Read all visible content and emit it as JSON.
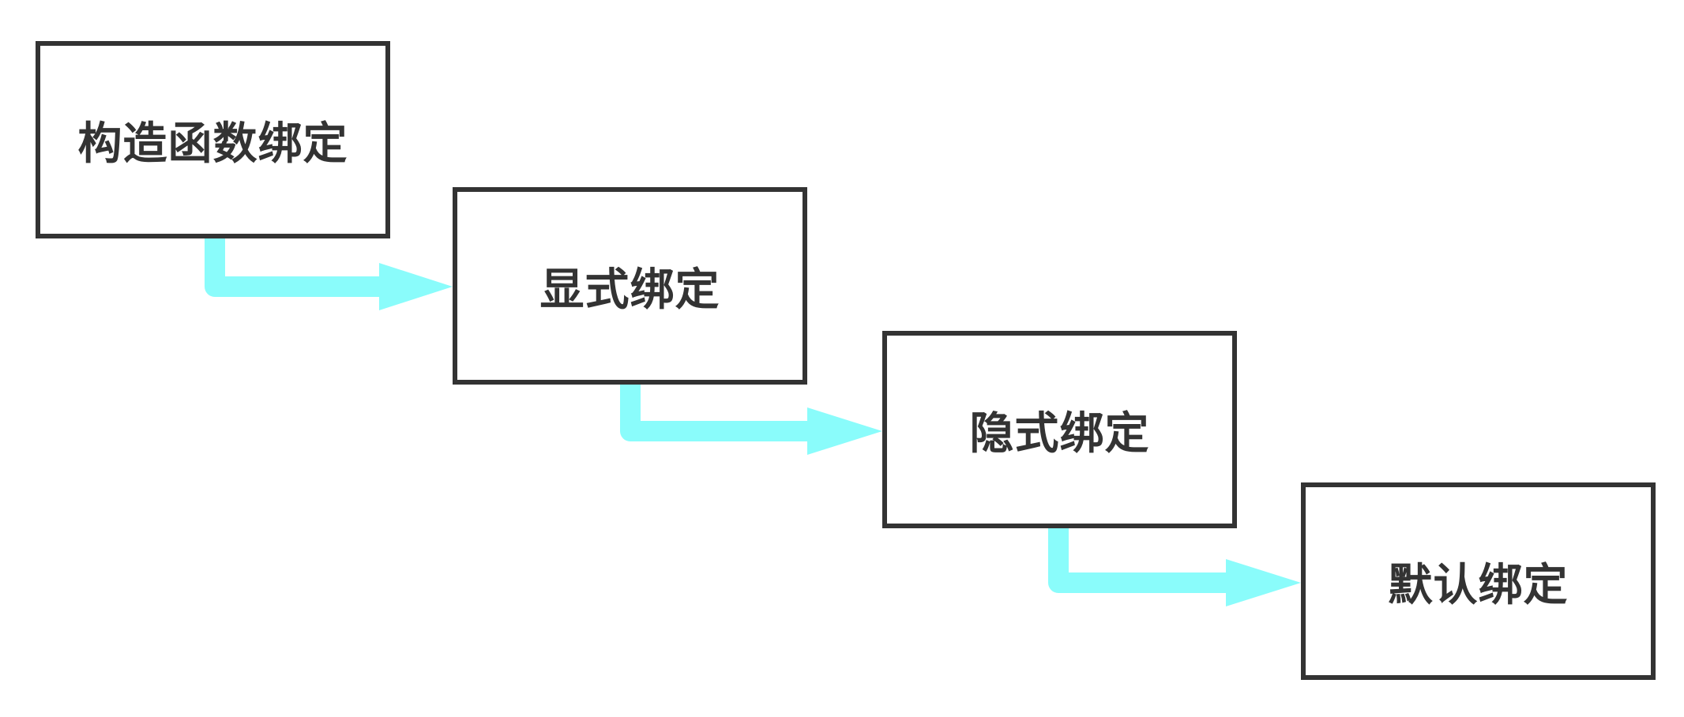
{
  "diagram": {
    "background": "#ffffff",
    "box_border_color": "#333333",
    "arrow_color": "#8afcfb",
    "nodes": [
      {
        "id": "n1",
        "label": "构造函数绑定"
      },
      {
        "id": "n2",
        "label": "显式绑定"
      },
      {
        "id": "n3",
        "label": "隐式绑定"
      },
      {
        "id": "n4",
        "label": "默认绑定"
      }
    ],
    "edges": [
      {
        "from": "n1",
        "to": "n2"
      },
      {
        "from": "n2",
        "to": "n3"
      },
      {
        "from": "n3",
        "to": "n4"
      }
    ]
  }
}
